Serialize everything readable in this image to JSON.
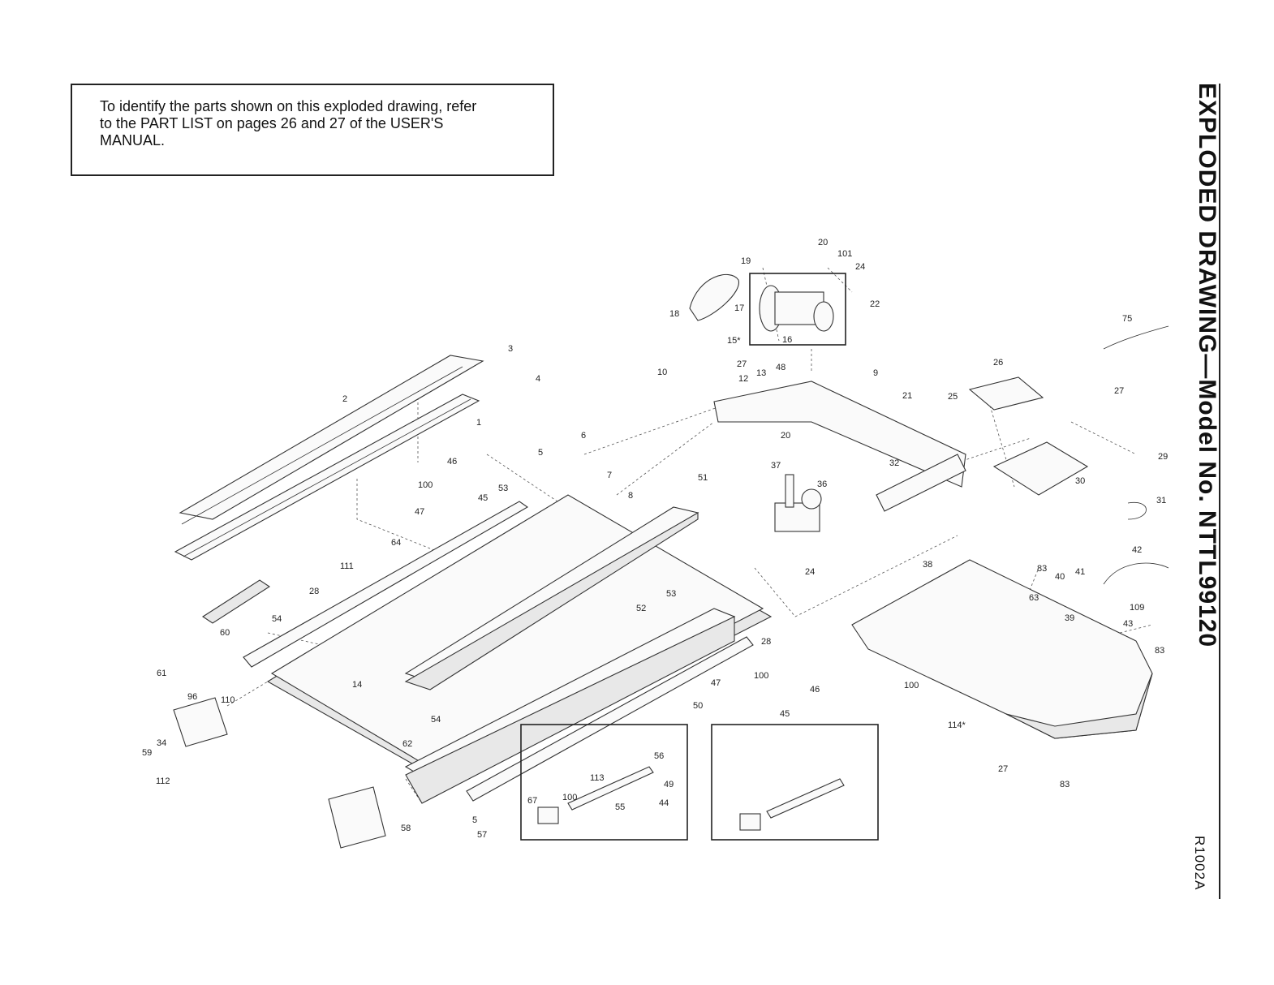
{
  "note": {
    "line1": "To identify the parts shown on this exploded drawing, refer",
    "line2": "to the PART LIST on pages 26 and 27 of the USER'S",
    "line3": "MANUAL."
  },
  "title": "EXPLODED DRAWING—Model No. NTTL99120",
  "drawing_code": "R1002A",
  "callouts": [
    "20",
    "101",
    "24",
    "19",
    "18",
    "17",
    "16",
    "15*",
    "22",
    "10",
    "27",
    "12",
    "13",
    "48",
    "9",
    "21",
    "26",
    "25",
    "75",
    "27",
    "29",
    "31",
    "3",
    "4",
    "2",
    "1",
    "6",
    "7",
    "8",
    "5",
    "46",
    "45",
    "53",
    "100",
    "47",
    "64",
    "111",
    "28",
    "60",
    "54",
    "61",
    "96",
    "110",
    "34",
    "59",
    "112",
    "14",
    "62",
    "58",
    "57",
    "51",
    "37",
    "36",
    "20",
    "32",
    "30",
    "24",
    "52",
    "53",
    "28",
    "47",
    "100",
    "46",
    "45",
    "54",
    "38",
    "83",
    "40",
    "41",
    "63",
    "42",
    "109",
    "39",
    "43",
    "83",
    "100",
    "114*",
    "50",
    "56",
    "113",
    "49",
    "44",
    "55",
    "67",
    "100",
    "83",
    "27",
    "5"
  ]
}
